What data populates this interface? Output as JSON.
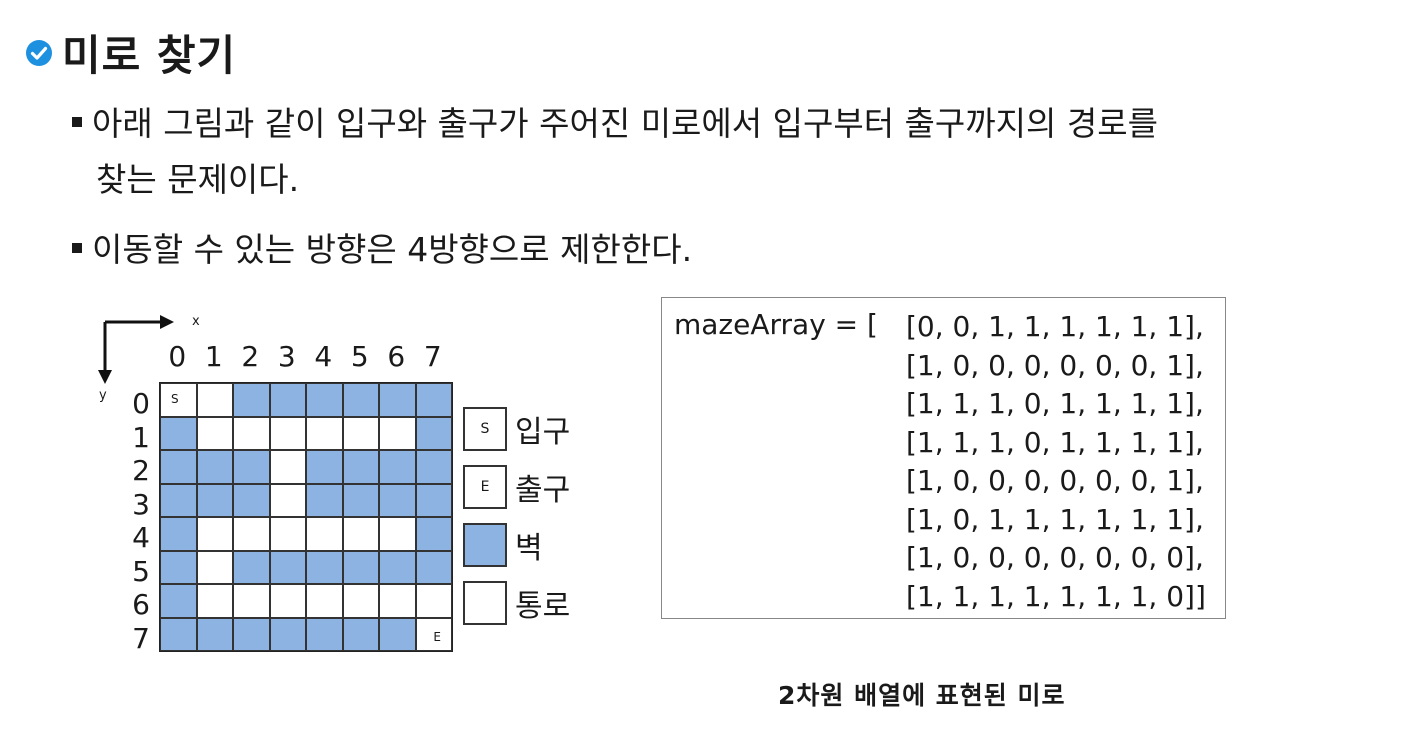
{
  "title": "미로 찾기",
  "title_icon": "check-circle-icon",
  "accent_color": "#1e90e0",
  "bullets": [
    {
      "line1": "아래 그림과 같이 입구와 출구가 주어진 미로에서 입구부터 출구까지의 경로를",
      "line2": "찾는 문제이다."
    },
    {
      "line1": "이동할 수 있는 방향은 4방향으로 제한한다."
    }
  ],
  "axis": {
    "x_label": "x",
    "y_label": "y"
  },
  "col_labels": [
    "0",
    "1",
    "2",
    "3",
    "4",
    "5",
    "6",
    "7"
  ],
  "row_labels": [
    "0",
    "1",
    "2",
    "3",
    "4",
    "5",
    "6",
    "7"
  ],
  "wall_color": "#8db3e2",
  "maze": [
    [
      0,
      0,
      1,
      1,
      1,
      1,
      1,
      1
    ],
    [
      1,
      0,
      0,
      0,
      0,
      0,
      0,
      1
    ],
    [
      1,
      1,
      1,
      0,
      1,
      1,
      1,
      1
    ],
    [
      1,
      1,
      1,
      0,
      1,
      1,
      1,
      1
    ],
    [
      1,
      0,
      0,
      0,
      0,
      0,
      0,
      1
    ],
    [
      1,
      0,
      1,
      1,
      1,
      1,
      1,
      1
    ],
    [
      1,
      0,
      0,
      0,
      0,
      0,
      0,
      0
    ],
    [
      1,
      1,
      1,
      1,
      1,
      1,
      1,
      0
    ]
  ],
  "start_marker": "S",
  "end_marker": "E",
  "legend": [
    {
      "box": "S",
      "label": "입구",
      "kind": "path"
    },
    {
      "box": "E",
      "label": "출구",
      "kind": "path"
    },
    {
      "box": "",
      "label": "벽",
      "kind": "wall"
    },
    {
      "box": "",
      "label": "통로",
      "kind": "path"
    }
  ],
  "code": {
    "prefix": "mazeArray = [",
    "rows": [
      "[0, 0, 1, 1, 1, 1, 1, 1],",
      "[1, 0, 0, 0, 0, 0, 0, 1],",
      "[1, 1, 1, 0, 1, 1, 1, 1],",
      "[1, 1, 1, 0, 1, 1, 1, 1],",
      "[1, 0, 0, 0, 0, 0, 0, 1],",
      "[1, 0, 1, 1, 1, 1, 1, 1],",
      "[1, 0, 0, 0, 0, 0, 0, 0],",
      "[1, 1, 1, 1, 1, 1, 1, 0]]"
    ]
  },
  "caption": "2차원 배열에 표현된 미로"
}
